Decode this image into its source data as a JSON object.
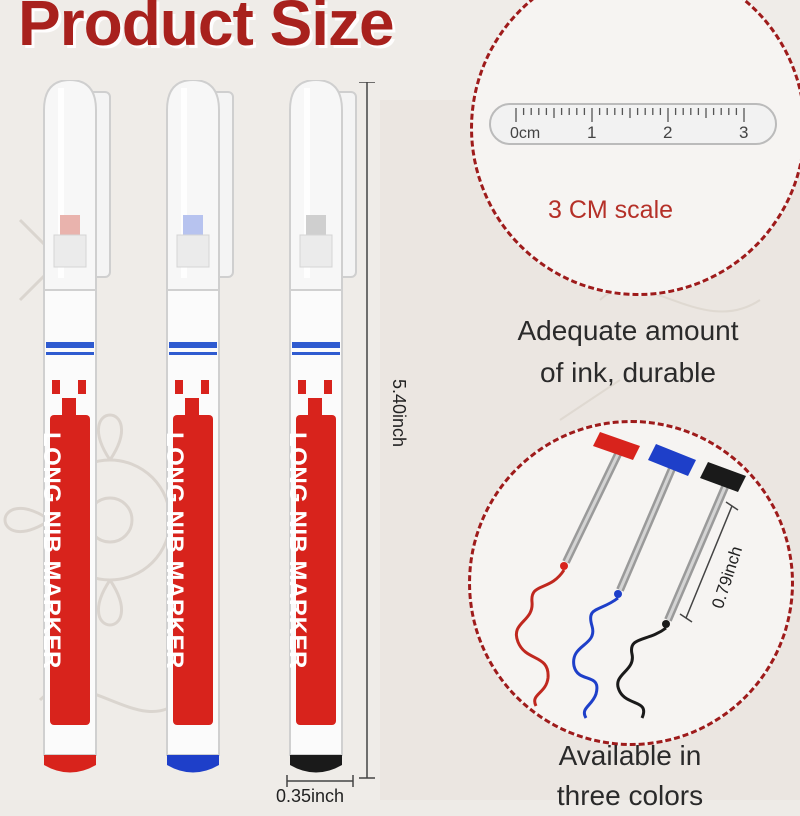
{
  "title": "Product Size",
  "markers": [
    {
      "brand": "LONG NIB MARKER",
      "ink_color": "#d8231c",
      "tip_color": "#e53a30"
    },
    {
      "brand": "LONG NIB MARKER",
      "ink_color": "#1e3fc9",
      "tip_color": "#5b7fe0"
    },
    {
      "brand": "LONG NIB MARKER",
      "ink_color": "#1a1a1a",
      "tip_color": "#9a9a9a"
    }
  ],
  "dimensions": {
    "length": "5.40inch",
    "width": "0.35inch",
    "nib_length": "0.79inch"
  },
  "scale": {
    "ticks": [
      "0cm",
      "1",
      "2",
      "3"
    ],
    "label": "3 CM scale"
  },
  "ink_text": [
    "Adequate amount",
    "of ink, durable"
  ],
  "colors_text": [
    "Available in",
    "three colors"
  ],
  "brand_color": "#a8211d"
}
